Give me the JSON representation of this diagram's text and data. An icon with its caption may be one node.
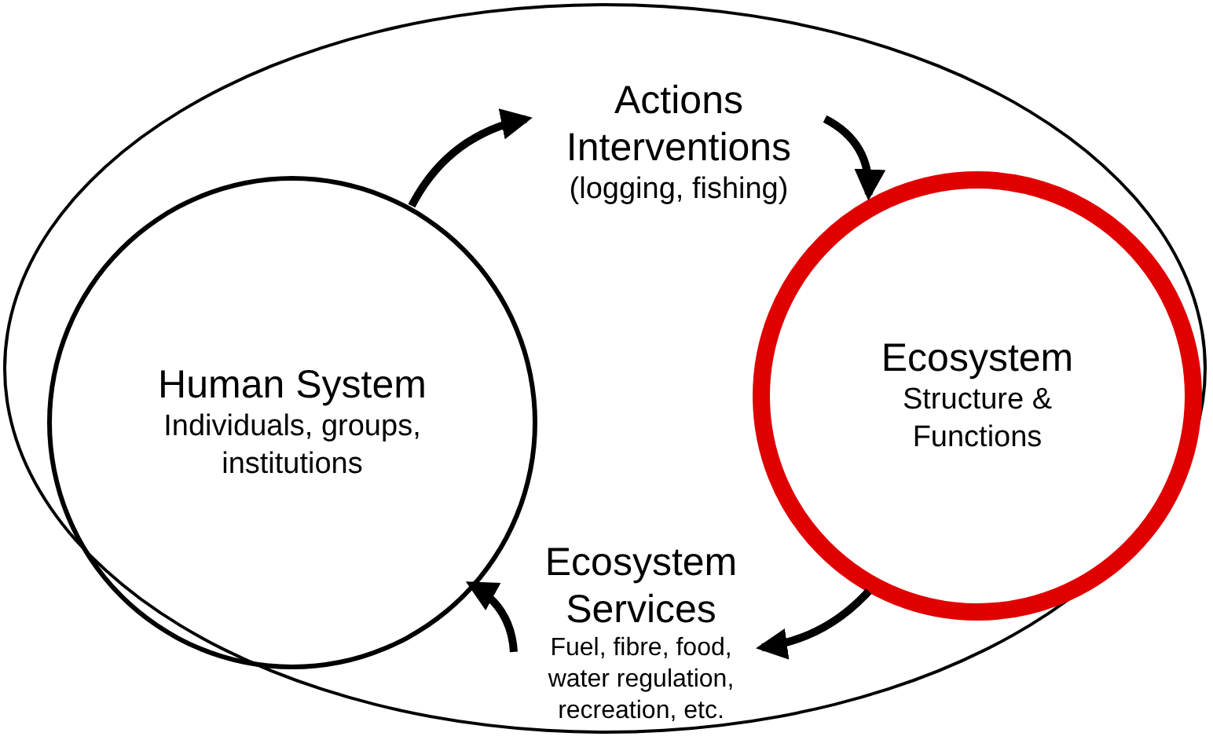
{
  "diagram": {
    "nodes": [
      {
        "text": [],
        "shape": "circle"
      },
      {
        "text": [
          "Human System",
          "Individuals, groups, institutions"
        ],
        "in": 0
      },
      {
        "text": [
          "Ecosystem",
          "Structure & Functions"
        ],
        "in": 0
      },
      {
        "text": [
          "Actions Interventions",
          "(logging, fishing)"
        ],
        "in": 0
      },
      {
        "text": [
          "Ecosystem Services",
          "Fuel, fibre, food, water regulation, recreation, etc."
        ],
        "in": 0
      }
    ],
    "edges": [
      {
        "from": 1,
        "to": 3,
        "arrow": "to"
      },
      {
        "from": 3,
        "to": 2,
        "arrow": "to"
      },
      {
        "from": 2,
        "to": 4,
        "arrow": "to"
      },
      {
        "from": 4,
        "to": 1,
        "arrow": "to"
      }
    ]
  }
}
